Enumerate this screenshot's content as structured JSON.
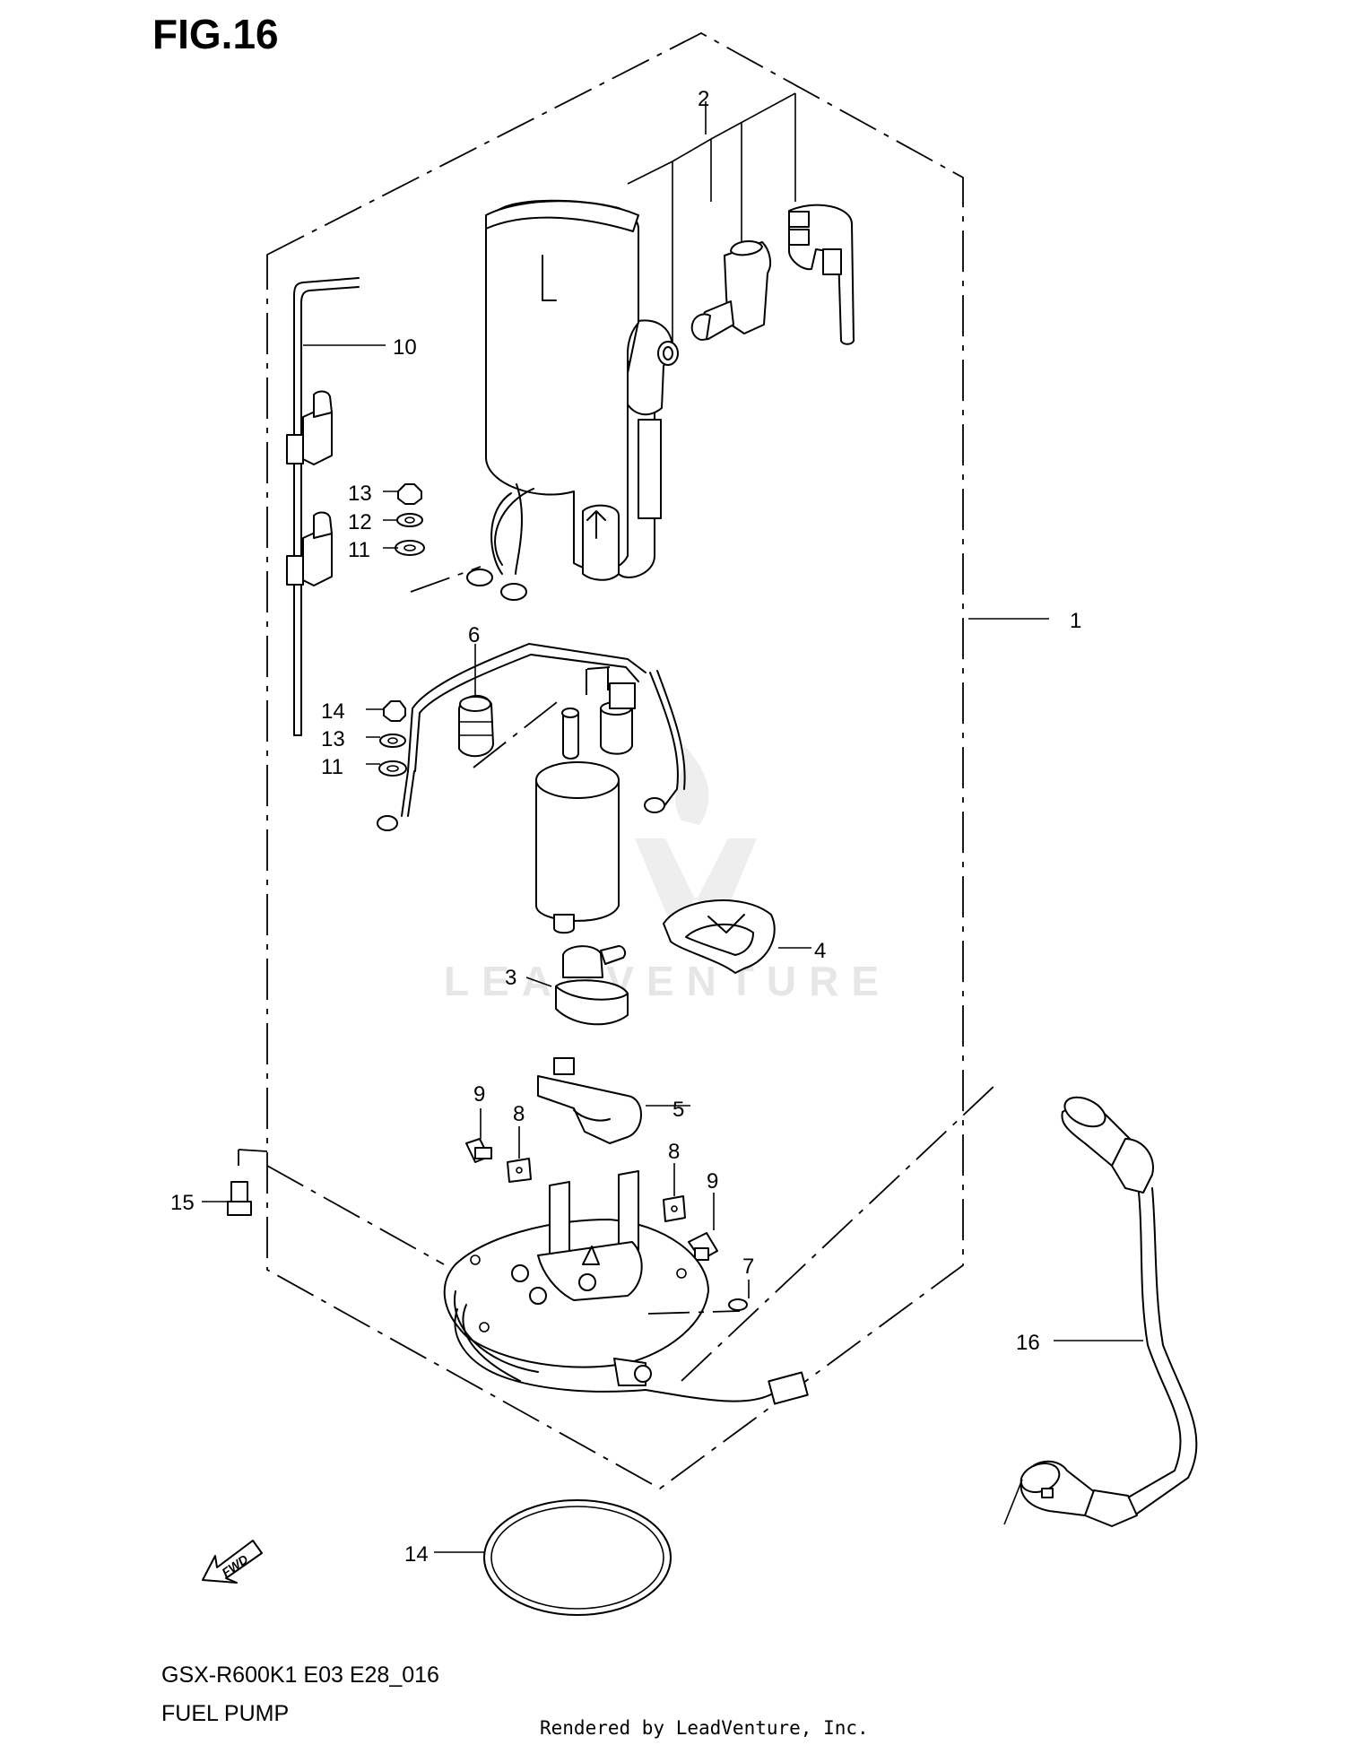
{
  "figure": {
    "title": "FIG.16",
    "model_code": "GSX-R600K1 E03 E28_016",
    "section_title": "FUEL PUMP",
    "credit": "Rendered by LeadVenture, Inc.",
    "watermark": "LEADVENTURE"
  },
  "callouts": [
    "1",
    "2",
    "3",
    "4",
    "5",
    "6",
    "7",
    "8",
    "8",
    "9",
    "9",
    "10",
    "11",
    "11",
    "12",
    "12",
    "13",
    "13",
    "14",
    "15",
    "16"
  ],
  "icons": {
    "forward_arrow": "fwd-arrow-icon",
    "forward_arrow_text": "FWD"
  },
  "colors": {
    "line": "#000000",
    "background": "#ffffff",
    "watermark": "#e6e6e6"
  }
}
